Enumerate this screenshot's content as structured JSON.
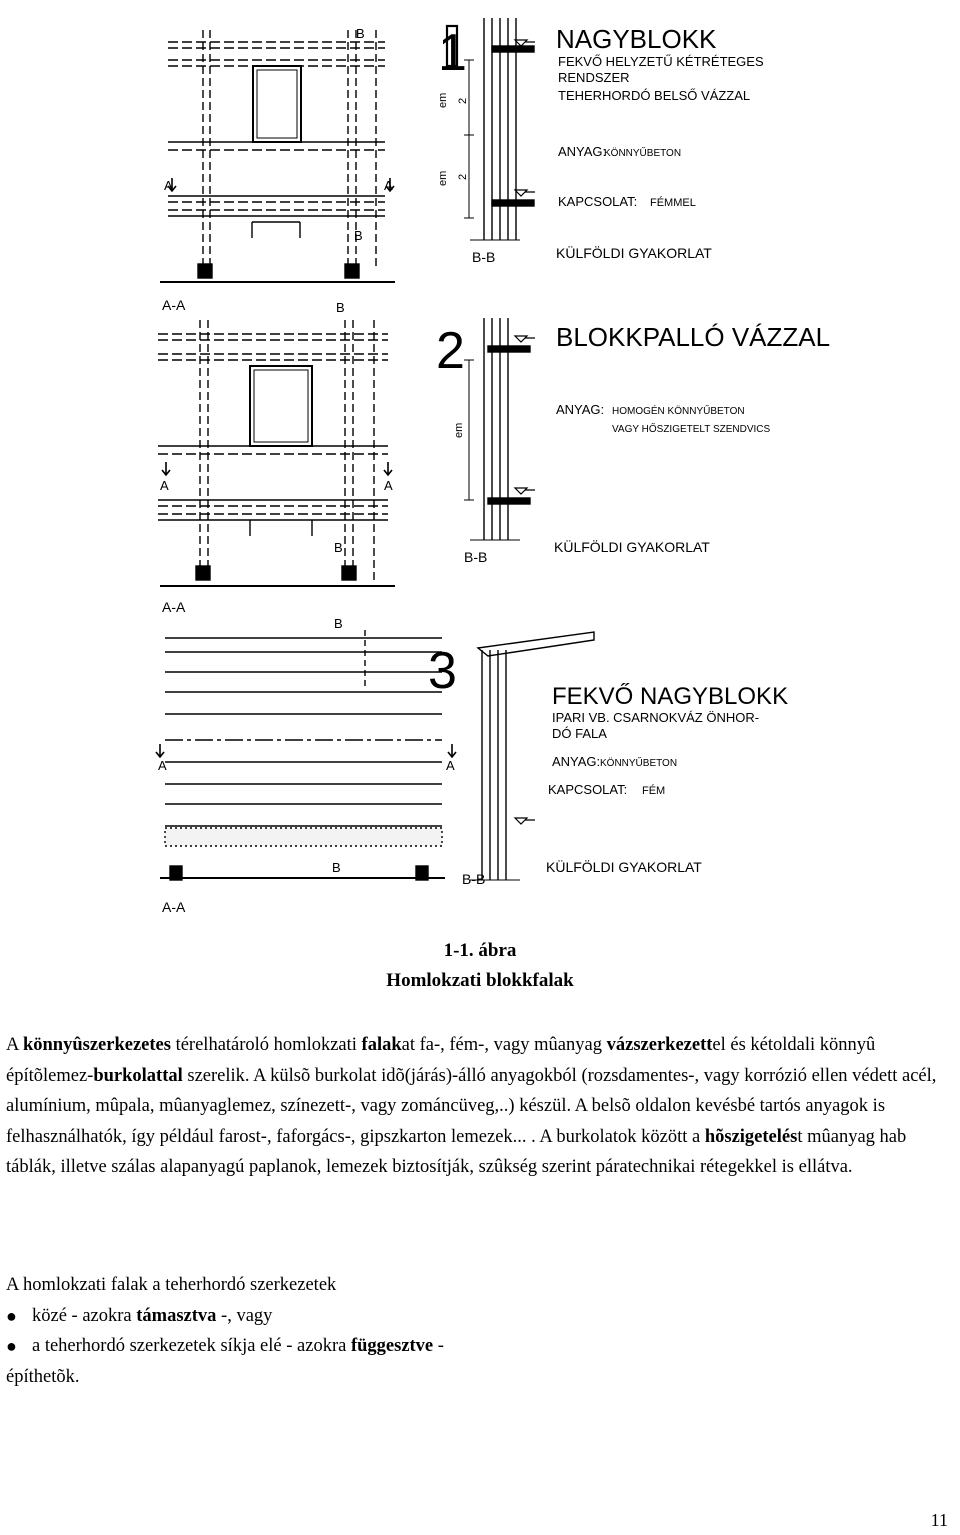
{
  "figure": {
    "panels": [
      {
        "number": "1",
        "title": "NAGYBLOKK",
        "subtitle_lines": [
          "FEKVŐ HELYZETŰ KÉTRÉTEGES",
          "RENDSZER",
          "TEHERHORDÓ BELSŐ VÁZZAL"
        ],
        "material_label": "ANYAG:",
        "material_lines": [
          "KÖNNYŰBETON"
        ],
        "connection_label": "KAPCSOLAT:",
        "connection_value": "FÉMMEL",
        "practice": "KÜLFÖLDI GYAKORLAT",
        "section_aa": "A-A",
        "section_bb": "B-B",
        "dim_em": "em",
        "dim_2": "2"
      },
      {
        "number": "2",
        "title": "BLOKKPALLÓ VÁZZAL",
        "material_label": "ANYAG:",
        "material_lines": [
          "HOMOGÉN KÖNNYŰBETON",
          "VAGY HŐSZIGETELT SZENDVICS"
        ],
        "practice": "KÜLFÖLDI GYAKORLAT",
        "section_aa": "A-A",
        "section_bb": "B-B",
        "dim_em": "em"
      },
      {
        "number": "3",
        "title": "FEKVŐ NAGYBLOKK",
        "subtitle_lines": [
          "IPARI VB. CSARNOKVÁZ ÖNHOR-",
          "DÓ FALA"
        ],
        "material_label": "ANYAG:",
        "material_lines": [
          "KÖNNYŰBETON"
        ],
        "connection_label": "KAPCSOLAT:",
        "connection_value": "FÉM",
        "practice": "KÜLFÖLDI GYAKORLAT",
        "section_aa": "A-A",
        "section_bb": "B-B"
      }
    ],
    "marker_a": "A",
    "marker_b": "B"
  },
  "caption": {
    "line1": "1-1. ábra",
    "line2": "Homlokzati blokkfalak"
  },
  "paragraph": [
    {
      "t": "A ",
      "b": false
    },
    {
      "t": "könnyûszerkezetes",
      "b": true
    },
    {
      "t": " térelhatároló homlokzati ",
      "b": false
    },
    {
      "t": "falak",
      "b": true
    },
    {
      "t": "at fa-, fém-, vagy mûanyag ",
      "b": false
    },
    {
      "t": "vázszerkezett",
      "b": true
    },
    {
      "t": "el és kétoldali könnyû építõlemez-",
      "b": false
    },
    {
      "t": "burkolattal",
      "b": true
    },
    {
      "t": " szerelik. A külsõ burkolat idõ(járás)-álló anyagokból (rozsdamentes-, vagy korrózió ellen védett acél, alumínium, mûpala, mûanyaglemez, színezett-, vagy zománcüveg,..) készül. A belsõ oldalon kevésbé tartós anyagok is felhasználhatók, így például farost-, faforgács-, gipszkarton lemezek... . A burkolatok között a ",
      "b": false
    },
    {
      "t": "hõszigetelés",
      "b": true
    },
    {
      "t": "t mûanyag hab táblák, illetve szálas alapanyagú paplanok, lemezek biztosítják, szûkség szerint páratechnikai rétegekkel is ellátva.",
      "b": false
    }
  ],
  "list_intro": "A homlokzati falak a teherhordó szerkezetek",
  "bullets": [
    [
      {
        "t": "közé - azokra ",
        "b": false
      },
      {
        "t": "támasztva",
        "b": true
      },
      {
        "t": " -, vagy",
        "b": false
      }
    ],
    [
      {
        "t": "a teherhordó szerkezetek síkja elé - azokra ",
        "b": false
      },
      {
        "t": "függesztve",
        "b": true
      },
      {
        "t": " -",
        "b": false
      }
    ]
  ],
  "list_tail": "építhetõk.",
  "page_number": "11"
}
